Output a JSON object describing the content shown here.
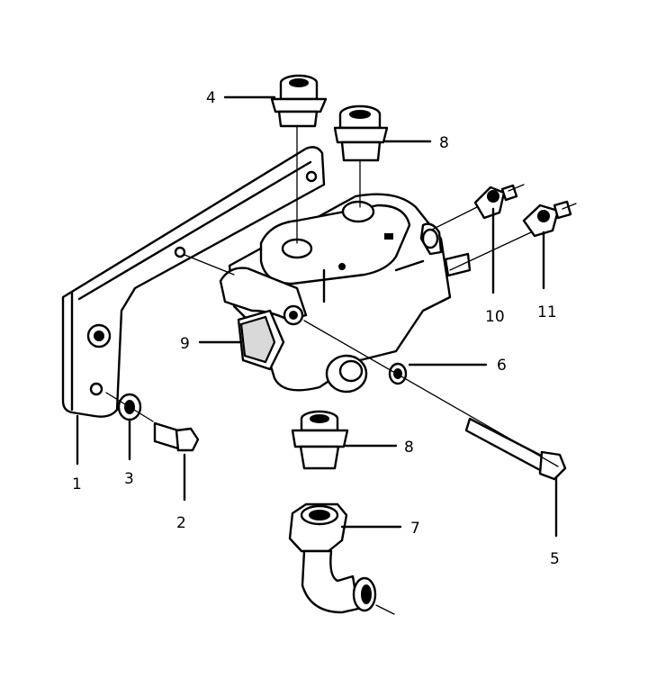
{
  "callouts": {
    "c1": "1",
    "c2": "2",
    "c3": "3",
    "c4": "4",
    "c5": "5",
    "c6": "6",
    "c7": "7",
    "c8_top": "8",
    "c8_bottom": "8",
    "c9": "9",
    "c10": "10",
    "c11": "11"
  }
}
